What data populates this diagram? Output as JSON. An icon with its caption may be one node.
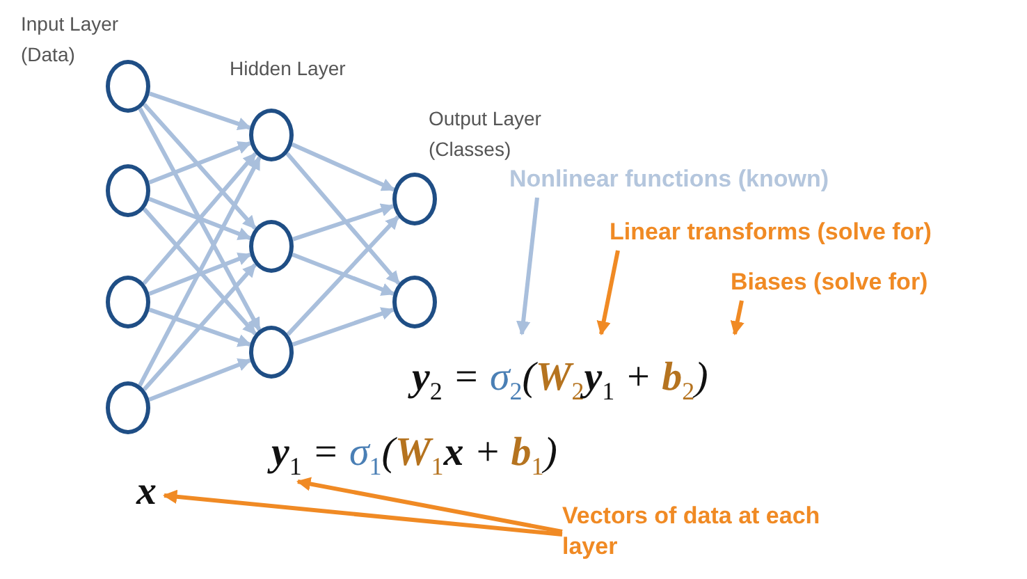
{
  "diagram": {
    "nodes": [
      {
        "text": [],
        "shape": "circle"
      },
      {
        "text": [],
        "shape": "circle"
      },
      {
        "text": [],
        "shape": "circle"
      },
      {
        "text": [],
        "shape": "circle"
      },
      {
        "text": [],
        "shape": "circle"
      },
      {
        "text": [],
        "shape": "circle"
      },
      {
        "text": [],
        "shape": "circle"
      },
      {
        "text": [],
        "shape": "circle"
      },
      {
        "text": [],
        "shape": "circle"
      },
      {
        "text": [
          "Nonlinear functions (known)"
        ]
      },
      {
        "text": [
          "Linear transforms (solve for)"
        ]
      },
      {
        "text": [
          "Biases (solve for)"
        ]
      },
      {
        "text": [
          "**y**$_{2}$ = *σ*$_{2}$(**W**$_{2}$**y**$_{1}$ + **b**$_{2}$)"
        ]
      },
      {
        "text": [
          "**y**$_{1}$ = *σ*$_{1}$(**W**$_{1}$**x** + **b**$_{1}$)"
        ]
      },
      {
        "text": [
          "x"
        ]
      },
      {
        "text": [
          "Vectors of data at each layer"
        ]
      }
    ],
    "edges": [
      {
        "from": 0,
        "to": 4,
        "arrow": "to"
      },
      {
        "from": 0,
        "to": 5,
        "arrow": "to"
      },
      {
        "from": 0,
        "to": 6,
        "arrow": "to"
      },
      {
        "from": 1,
        "to": 4,
        "arrow": "to"
      },
      {
        "from": 1,
        "to": 5,
        "arrow": "to"
      },
      {
        "from": 1,
        "to": 6,
        "arrow": "to"
      },
      {
        "from": 2,
        "to": 4,
        "arrow": "to"
      },
      {
        "from": 2,
        "to": 5,
        "arrow": "to"
      },
      {
        "from": 2,
        "to": 6,
        "arrow": "to"
      },
      {
        "from": 3,
        "to": 4,
        "arrow": "to"
      },
      {
        "from": 3,
        "to": 5,
        "arrow": "to"
      },
      {
        "from": 3,
        "to": 6,
        "arrow": "to"
      },
      {
        "from": 4,
        "to": 7,
        "arrow": "to"
      },
      {
        "from": 4,
        "to": 8,
        "arrow": "to"
      },
      {
        "from": 5,
        "to": 7,
        "arrow": "to"
      },
      {
        "from": 5,
        "to": 8,
        "arrow": "to"
      },
      {
        "from": 6,
        "to": 7,
        "arrow": "to"
      },
      {
        "from": 6,
        "to": 8,
        "arrow": "to"
      },
      {
        "from": 9,
        "to": 12,
        "arrow": "to"
      },
      {
        "from": 10,
        "to": 12,
        "arrow": "to",
        "color": "#f08a24"
      },
      {
        "from": 11,
        "to": 12,
        "arrow": "to",
        "color": "#f08a24"
      },
      {
        "from": 15,
        "to": 14,
        "arrow": "to",
        "color": "#f08a24"
      },
      {
        "from": 15,
        "to": 13,
        "arrow": "to",
        "color": "#f08a24"
      }
    ],
    "labels": [
      "Input Layer (Data)",
      "Hidden Layer",
      "Output Layer (Classes)"
    ]
  }
}
